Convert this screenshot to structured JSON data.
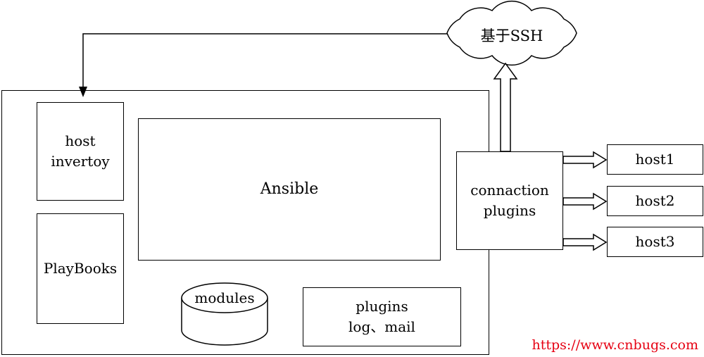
{
  "cloud": {
    "label": "基于SSH"
  },
  "main_box": {
    "host_inventory": {
      "line1": "host",
      "line2": "invertoy"
    },
    "playbooks": {
      "label": "PlayBooks"
    },
    "ansible": {
      "label": "Ansible"
    },
    "modules": {
      "label": "modules"
    },
    "plugins_box": {
      "line1": "plugins",
      "line2": "log、mail"
    }
  },
  "connection_plugins": {
    "line1": "connaction",
    "line2": "plugins"
  },
  "hosts": [
    {
      "label": "host1"
    },
    {
      "label": "host2"
    },
    {
      "label": "host3"
    }
  ],
  "watermark": {
    "text": "https://www.cnbugs.com",
    "color": "#e60012"
  },
  "colors": {
    "line": "#000000",
    "background": "#ffffff"
  }
}
